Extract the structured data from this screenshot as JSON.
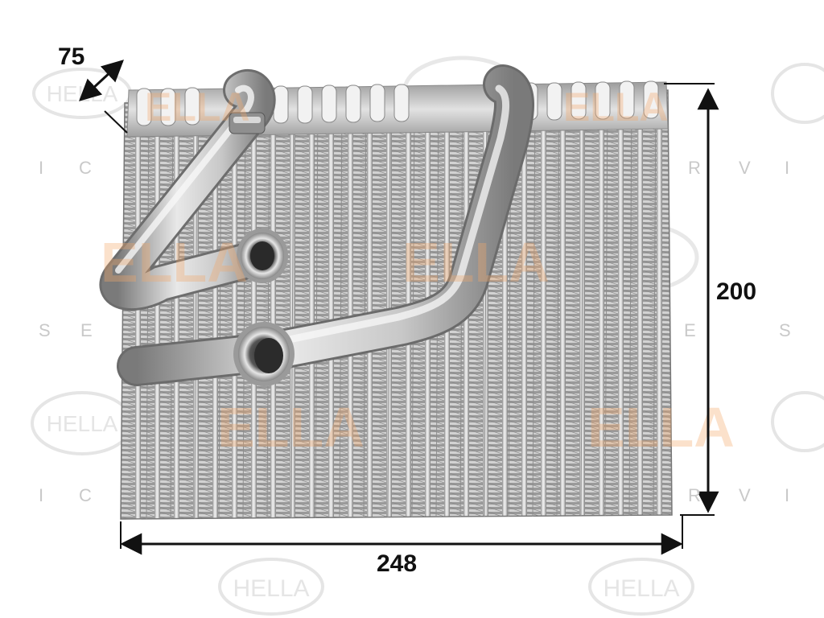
{
  "photo": {
    "subject": "evaporator-core",
    "colors": {
      "metal_light": "#e4e4e4",
      "metal_mid": "#b5b5b5",
      "metal_dark": "#6f6f6f",
      "watermark_orange": "#f3c8a0",
      "watermark_grey": "#c9c9c9",
      "arrow_black": "#111111"
    }
  },
  "dimensions": {
    "depth": "75",
    "height": "200",
    "width": "248"
  },
  "watermark": {
    "logo_text": "HELLA",
    "word": "SERVICE"
  }
}
